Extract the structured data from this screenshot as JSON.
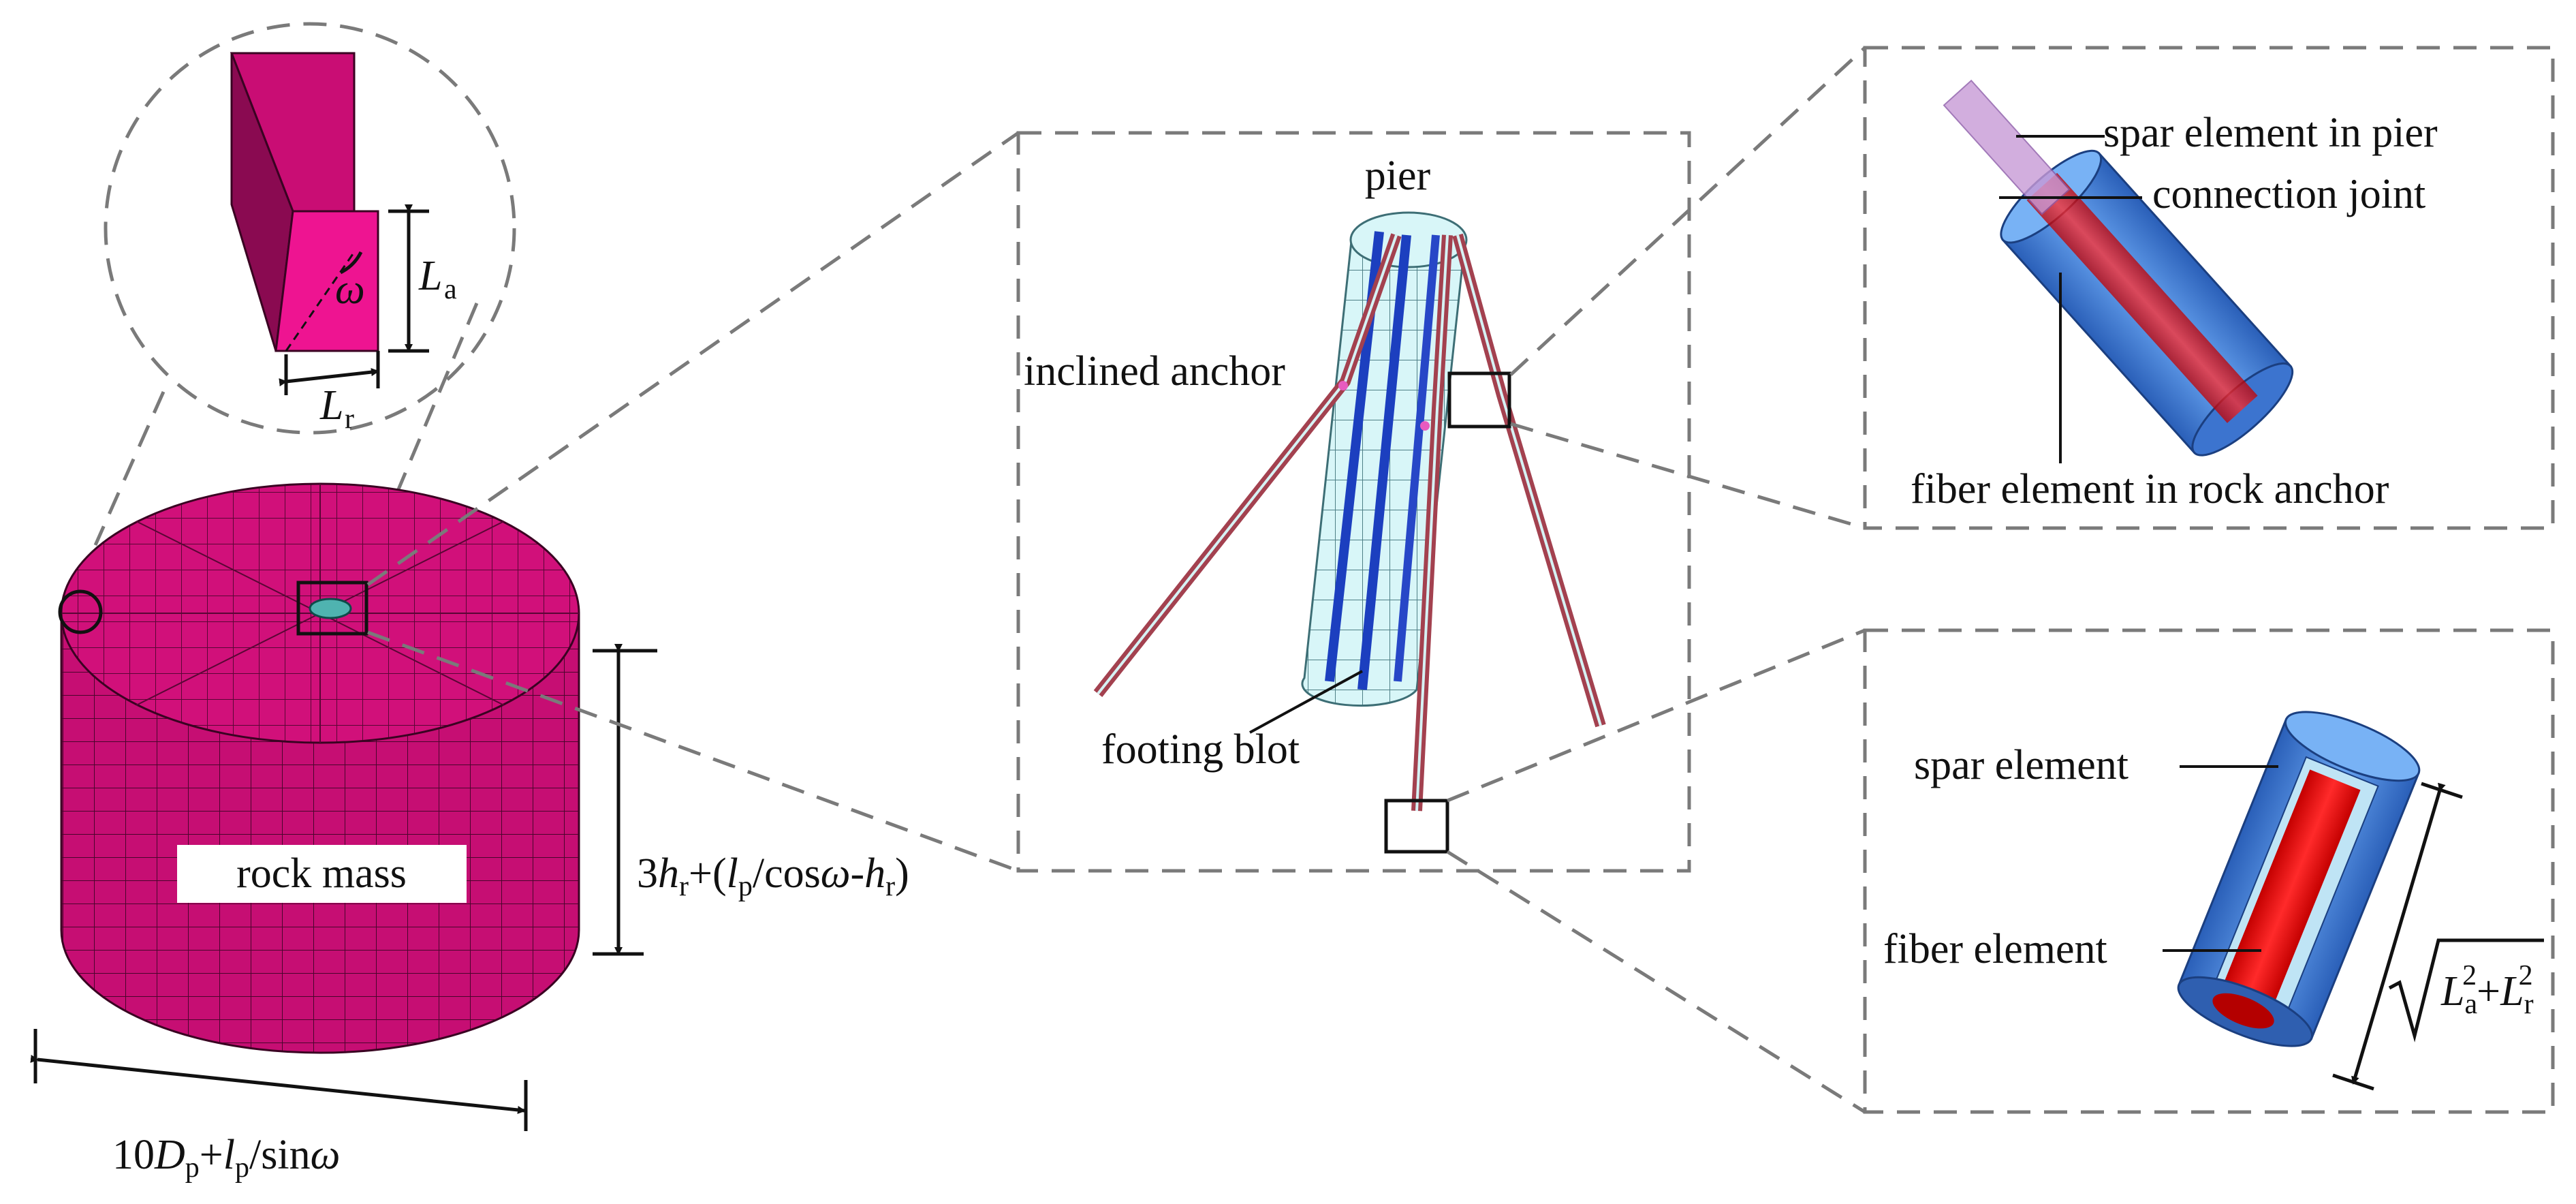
{
  "colors": {
    "rock_mass": "#d1107a",
    "rock_mass_dark": "#9a0d5c",
    "pier_mesh": "#d8f6f8",
    "footing_bolt": "#1c3fbf",
    "anchor": "#b0485a",
    "spar_blue": "#4f8fe6",
    "fiber_red": "#ff1a1a",
    "dash_box": "#7a7a7a"
  },
  "labels": {
    "rock_mass": "rock mass",
    "pier": "pier",
    "inclined_anchor": "inclined anchor",
    "footing_bolt": "footing blot",
    "spar_element_in_pier": "spar element in pier",
    "connection_joint": "connection joint",
    "fiber_element_in_rock_anchor": "fiber element in rock anchor",
    "spar_element": "spar element",
    "fiber_element": "fiber element"
  },
  "dimensions": {
    "height_prefix": "3",
    "height_h": "h",
    "height_h_sub": "r",
    "height_mid": "+(",
    "height_l": "l",
    "height_l_sub": "p",
    "height_cos": "/cos",
    "height_omega": "ω",
    "height_minus": "-",
    "height_h2": "h",
    "height_h2_sub": "r",
    "height_close": ")",
    "width_prefix": "10",
    "width_D": "D",
    "width_D_sub": "p",
    "width_plus": "+",
    "width_l": "l",
    "width_l_sub": "p",
    "width_sin": "/sin",
    "width_omega": "ω",
    "La": "L",
    "La_sub": "a",
    "Lr": "L",
    "Lr_sub": "r",
    "omega": "ω",
    "sqrt_La": "L",
    "sqrt_La_sub": "a",
    "sqrt_La_sup": "2",
    "sqrt_plus": "+",
    "sqrt_Lr": "L",
    "sqrt_Lr_sub": "r",
    "sqrt_Lr_sup": "2"
  }
}
